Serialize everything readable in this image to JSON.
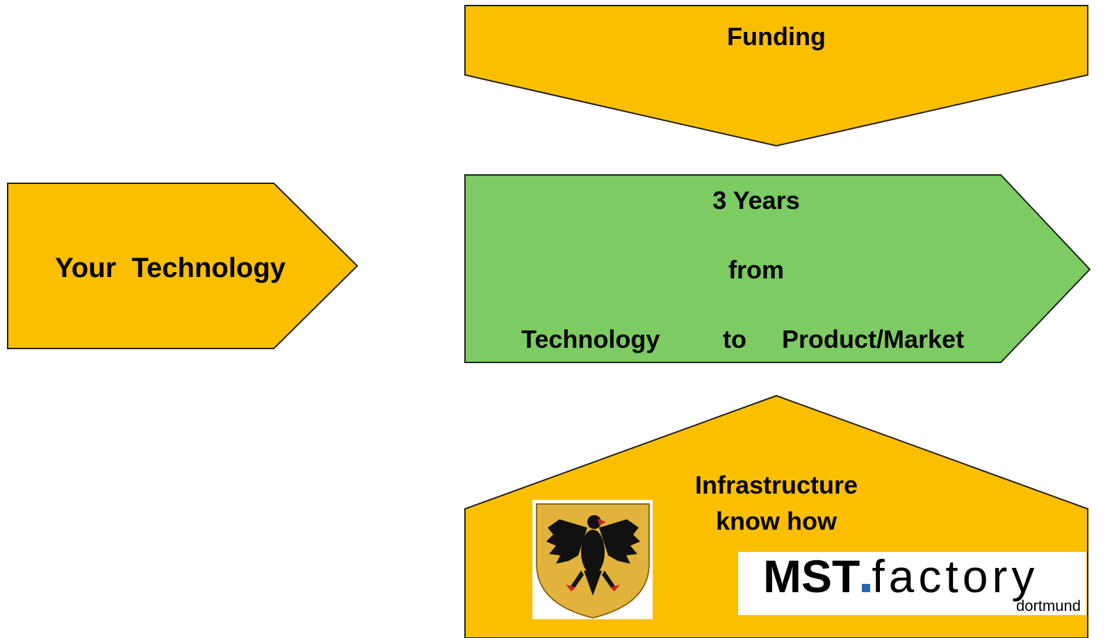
{
  "colors": {
    "amber": "#fbbf00",
    "green": "#7ccb63",
    "outline": "#1f1f1f",
    "logo_blue": "#2a67b3"
  },
  "funding": {
    "label": "Funding"
  },
  "technology": {
    "label": "Your  Technology"
  },
  "process": {
    "line1": "3 Years",
    "line2": "from",
    "line3_a": "Technology",
    "line3_b": "to",
    "line3_c": "Product/Market"
  },
  "infrastructure": {
    "line1": "Infrastructure",
    "line2": "know how"
  },
  "logos": {
    "dortmund_crest": "dortmund-coat-of-arms",
    "mst_factory": {
      "bold": "MST",
      "light": "factory",
      "city": "dortmund"
    }
  }
}
